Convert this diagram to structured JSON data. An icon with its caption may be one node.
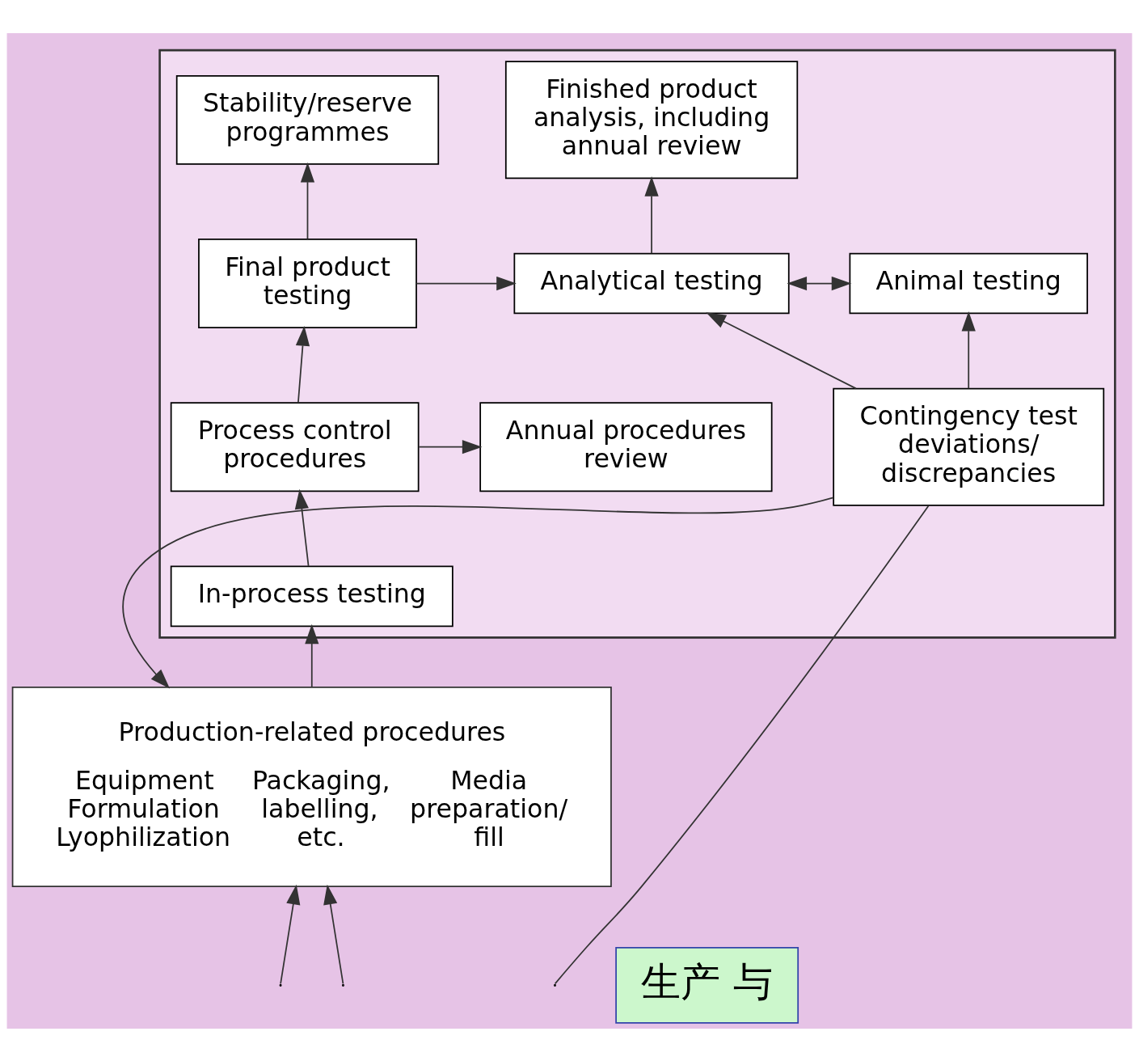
{
  "diagram": {
    "nodes": [
      {
        "text": [],
        "shape": "box"
      },
      {
        "text": [
          "Stability/reserve programmes"
        ],
        "in": 0
      },
      {
        "text": [
          "Finished product analysis, including annual review"
        ],
        "in": 0
      },
      {
        "text": [
          "生产 与"
        ]
      },
      {
        "text": [
          "Final product testing"
        ],
        "in": 0
      },
      {
        "text": [
          "Analytical testing"
        ],
        "in": 0
      },
      {
        "text": [
          "Animal testing"
        ],
        "in": 0
      },
      {
        "text": [
          "Process control procedures"
        ],
        "in": 0
      },
      {
        "text": [
          "Annual procedures review"
        ],
        "in": 0
      },
      {
        "text": [
          "Contingency test deviations/ discrepancies"
        ],
        "in": 0
      },
      {
        "text": [
          "In-process testing"
        ],
        "in": 0
      },
      {
        "text": [
          "Production-related procedures",
          "Equipment Formulation Lyophilization",
          "Packaging, labelling, etc.",
          "Media preparation/ fill"
        ]
      }
    ],
    "edges": [
      {
        "from": 4,
        "to": 1,
        "arrow": "to"
      },
      {
        "from": 5,
        "to": 2,
        "arrow": "to"
      },
      {
        "from": 4,
        "to": 5,
        "arrow": "to"
      },
      {
        "from": 5,
        "to": 6,
        "arrow": "both"
      },
      {
        "from": 9,
        "to": 5,
        "arrow": "to"
      },
      {
        "from": 9,
        "to": 6,
        "arrow": "to"
      },
      {
        "from": 7,
        "to": 4,
        "arrow": "to"
      },
      {
        "from": 7,
        "to": 8,
        "arrow": "to"
      },
      {
        "from": 10,
        "to": 7,
        "arrow": "to"
      },
      {
        "from": 11,
        "to": 10,
        "arrow": "to"
      },
      {
        "from": 9,
        "to": 11,
        "arrow": "to"
      },
      {
        "from": 9,
        "to": null,
        "arrow": "none"
      },
      {
        "from": null,
        "to": 11,
        "arrow": "to"
      },
      {
        "from": null,
        "to": 11,
        "arrow": "to"
      }
    ]
  }
}
